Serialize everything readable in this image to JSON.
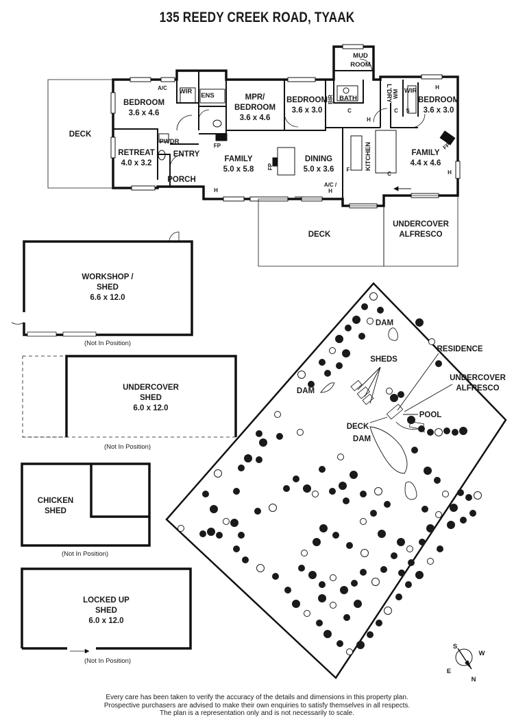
{
  "header": {
    "title": "135 REEDY CREEK ROAD, TYAAK"
  },
  "floorplan": {
    "deck_left": "DECK",
    "bedroom1": {
      "name": "BEDROOM",
      "size": "3.6 x 4.6"
    },
    "retreat": {
      "name": "RETREAT",
      "size": "4.0 x 3.2"
    },
    "wir1": "WIR",
    "ens": "ENS",
    "pwdr": "PWDR",
    "entry": "ENTRY",
    "porch": "PORCH",
    "mpr": {
      "name1": "MPR/",
      "name2": "BEDROOM",
      "size": "3.6 x 4.6"
    },
    "bedroom2": {
      "name": "BEDROOM",
      "size": "3.6 x 3.0"
    },
    "bir": "BIR",
    "bath": "BATH",
    "mudroom": {
      "line1": "MUD",
      "line2": "ROOM"
    },
    "ldry": "L'DRY",
    "wm": "WM",
    "wir2": "WIR",
    "bedroom3": {
      "name": "BEDROOM",
      "size": "3.6 x 3.0"
    },
    "family1": {
      "name": "FAMILY",
      "size": "5.0 x 5.8"
    },
    "dining": {
      "name": "DINING",
      "size": "5.0 x 3.6"
    },
    "kitchen": "KITCHEN",
    "family2": {
      "name": "FAMILY",
      "size": "4.4 x 4.6"
    },
    "deck_bottom": "DECK",
    "alfresco": {
      "line1": "UNDERCOVER",
      "line2": "ALFRESCO"
    },
    "marks": {
      "ac": "A/C",
      "ac2": "A/C /",
      "h": "H",
      "fp": "FP",
      "c": "C",
      "s": "S",
      "f": "F"
    }
  },
  "sheds": {
    "workshop": {
      "line1": "WORKSHOP /",
      "line2": "SHED",
      "size": "6.6 x 12.0",
      "note": "(Not In Position)"
    },
    "undercover": {
      "line1": "UNDERCOVER",
      "line2": "SHED",
      "size": "6.0 x 12.0",
      "note": "(Not In Position)"
    },
    "chicken": {
      "line1": "CHICKEN",
      "line2": "SHED",
      "note": "(Not In Position)"
    },
    "locked": {
      "line1": "LOCKED UP",
      "line2": "SHED",
      "size": "6.0 x 12.0",
      "note": "(Not In Position)"
    }
  },
  "siteplan": {
    "dam1": "DAM",
    "dam2": "DAM",
    "dam3": "DAM",
    "sheds": "SHEDS",
    "residence": "RESIDENCE",
    "alfresco_line1": "UNDERCOVER",
    "alfresco_line2": "ALFRESCO",
    "pool": "POOL",
    "deck": "DECK",
    "compass": {
      "s": "S",
      "w": "W",
      "e": "E",
      "n": "N"
    }
  },
  "footer": {
    "line1": "Every care has been taken to verify the accuracy of the details and dimensions in this property plan.",
    "line2": "Prospective purchasers are advised to make their own enquiries to satisfy themselves in all respects.",
    "line3": "The plan is a representation only and is not necessarily to scale."
  }
}
